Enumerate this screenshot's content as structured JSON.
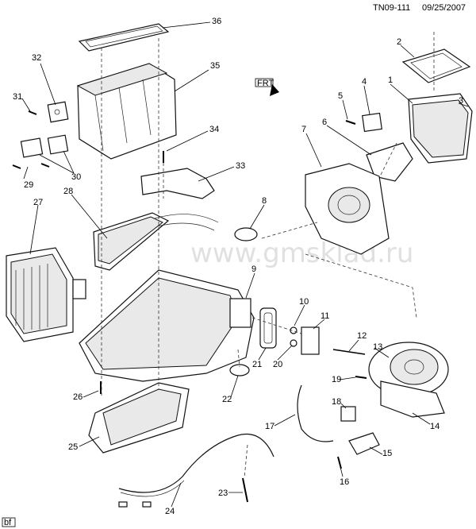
{
  "header": {
    "ref": "TN09-111",
    "date": "09/25/2007"
  },
  "watermark": "www.gmsklad.ru",
  "front_label": "FRT",
  "corner_tag": "bf",
  "callouts": [
    "1",
    "2",
    "3",
    "4",
    "5",
    "6",
    "7",
    "8",
    "9",
    "10",
    "11",
    "12",
    "13",
    "14",
    "15",
    "16",
    "17",
    "18",
    "19",
    "20",
    "21",
    "22",
    "23",
    "24",
    "25",
    "26",
    "27",
    "28",
    "29",
    "30",
    "31",
    "32",
    "33",
    "34",
    "35",
    "36"
  ]
}
